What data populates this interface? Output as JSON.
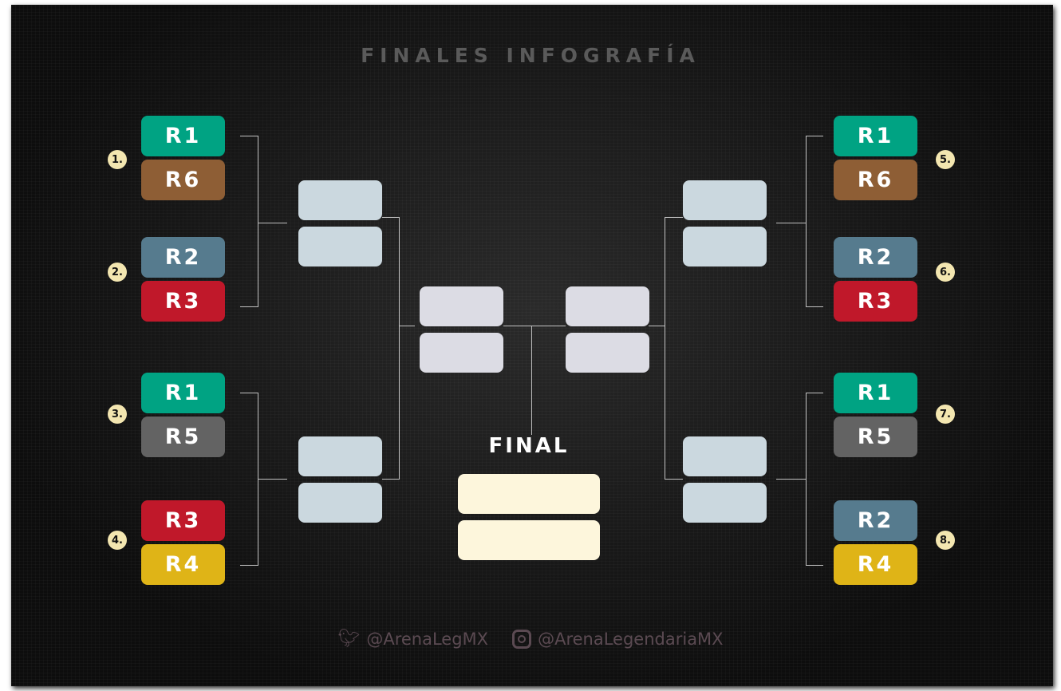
{
  "title": "FINALES INFOGRAFÍA",
  "final_label": "FINAL",
  "colors": {
    "R1": "#00a383",
    "R2": "#567b8e",
    "R3": "#c0182a",
    "R4": "#dfb417",
    "R5": "#636363",
    "R6": "#8e5e35"
  },
  "left": [
    {
      "num": "1.",
      "teams": [
        "R1",
        "R6"
      ]
    },
    {
      "num": "2.",
      "teams": [
        "R2",
        "R3"
      ]
    },
    {
      "num": "3.",
      "teams": [
        "R1",
        "R5"
      ]
    },
    {
      "num": "4.",
      "teams": [
        "R3",
        "R4"
      ]
    }
  ],
  "right": [
    {
      "num": "5.",
      "teams": [
        "R1",
        "R6"
      ]
    },
    {
      "num": "6.",
      "teams": [
        "R2",
        "R3"
      ]
    },
    {
      "num": "7.",
      "teams": [
        "R1",
        "R5"
      ]
    },
    {
      "num": "8.",
      "teams": [
        "R2",
        "R4"
      ]
    }
  ],
  "footer": {
    "twitter": "@ArenaLegMX",
    "instagram": "@ArenaLegendariaMX"
  }
}
